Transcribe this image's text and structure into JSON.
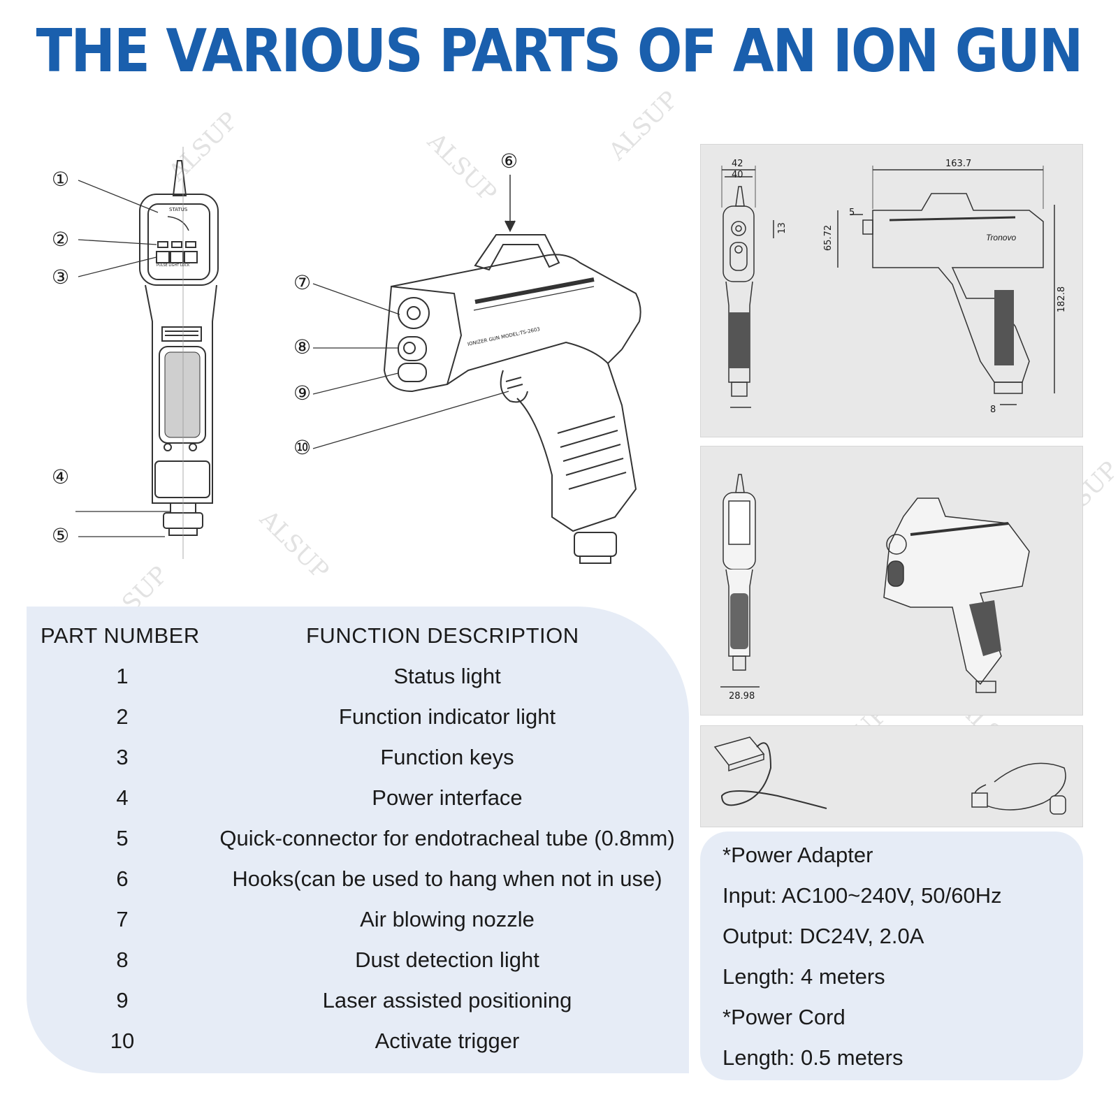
{
  "title": "THE VARIOUS PARTS OF AN ION GUN",
  "watermark_text": "ALSUP",
  "callouts_left": [
    "①",
    "②",
    "③",
    "④",
    "⑤"
  ],
  "callouts_mid": [
    "⑥",
    "⑦",
    "⑧",
    "⑨",
    "⑩"
  ],
  "dimensions": {
    "width_top": "42",
    "width_inner": "40",
    "nozzle": "13",
    "length": "163.7",
    "offset": "5",
    "height_front": "65.72",
    "height_total": "182.8",
    "base": "8",
    "front_width": "28.98"
  },
  "gun_labels": {
    "brand": "Tronovo",
    "model_line": "IONIZER GUN   MODEL:TS-2603",
    "status": "STATUS",
    "keys": [
      "PULSE",
      "LIGHT",
      "LOCK"
    ]
  },
  "table": {
    "header_part": "PART NUMBER",
    "header_desc": "FUNCTION DESCRIPTION",
    "rows": [
      {
        "num": "1",
        "desc": "Status light"
      },
      {
        "num": "2",
        "desc": "Function indicator light"
      },
      {
        "num": "3",
        "desc": "Function keys"
      },
      {
        "num": "4",
        "desc": "Power interface"
      },
      {
        "num": "5",
        "desc": "Quick-connector for endotracheal tube (0.8mm)"
      },
      {
        "num": "6",
        "desc": "Hooks(can be used to hang when not in use)"
      },
      {
        "num": "7",
        "desc": "Air blowing nozzle"
      },
      {
        "num": "8",
        "desc": "Dust detection light"
      },
      {
        "num": "9",
        "desc": "Laser assisted positioning"
      },
      {
        "num": "10",
        "desc": "Activate trigger"
      }
    ]
  },
  "specs": [
    "*Power Adapter",
    "Input: AC100~240V, 50/60Hz",
    "Output: DC24V, 2.0A",
    "Length: 4 meters",
    "*Power Cord",
    "Length: 0.5 meters"
  ],
  "colors": {
    "title": "#1a5fad",
    "table_bg": "#e6ecf6",
    "panel_bg": "#e8e8e8"
  }
}
